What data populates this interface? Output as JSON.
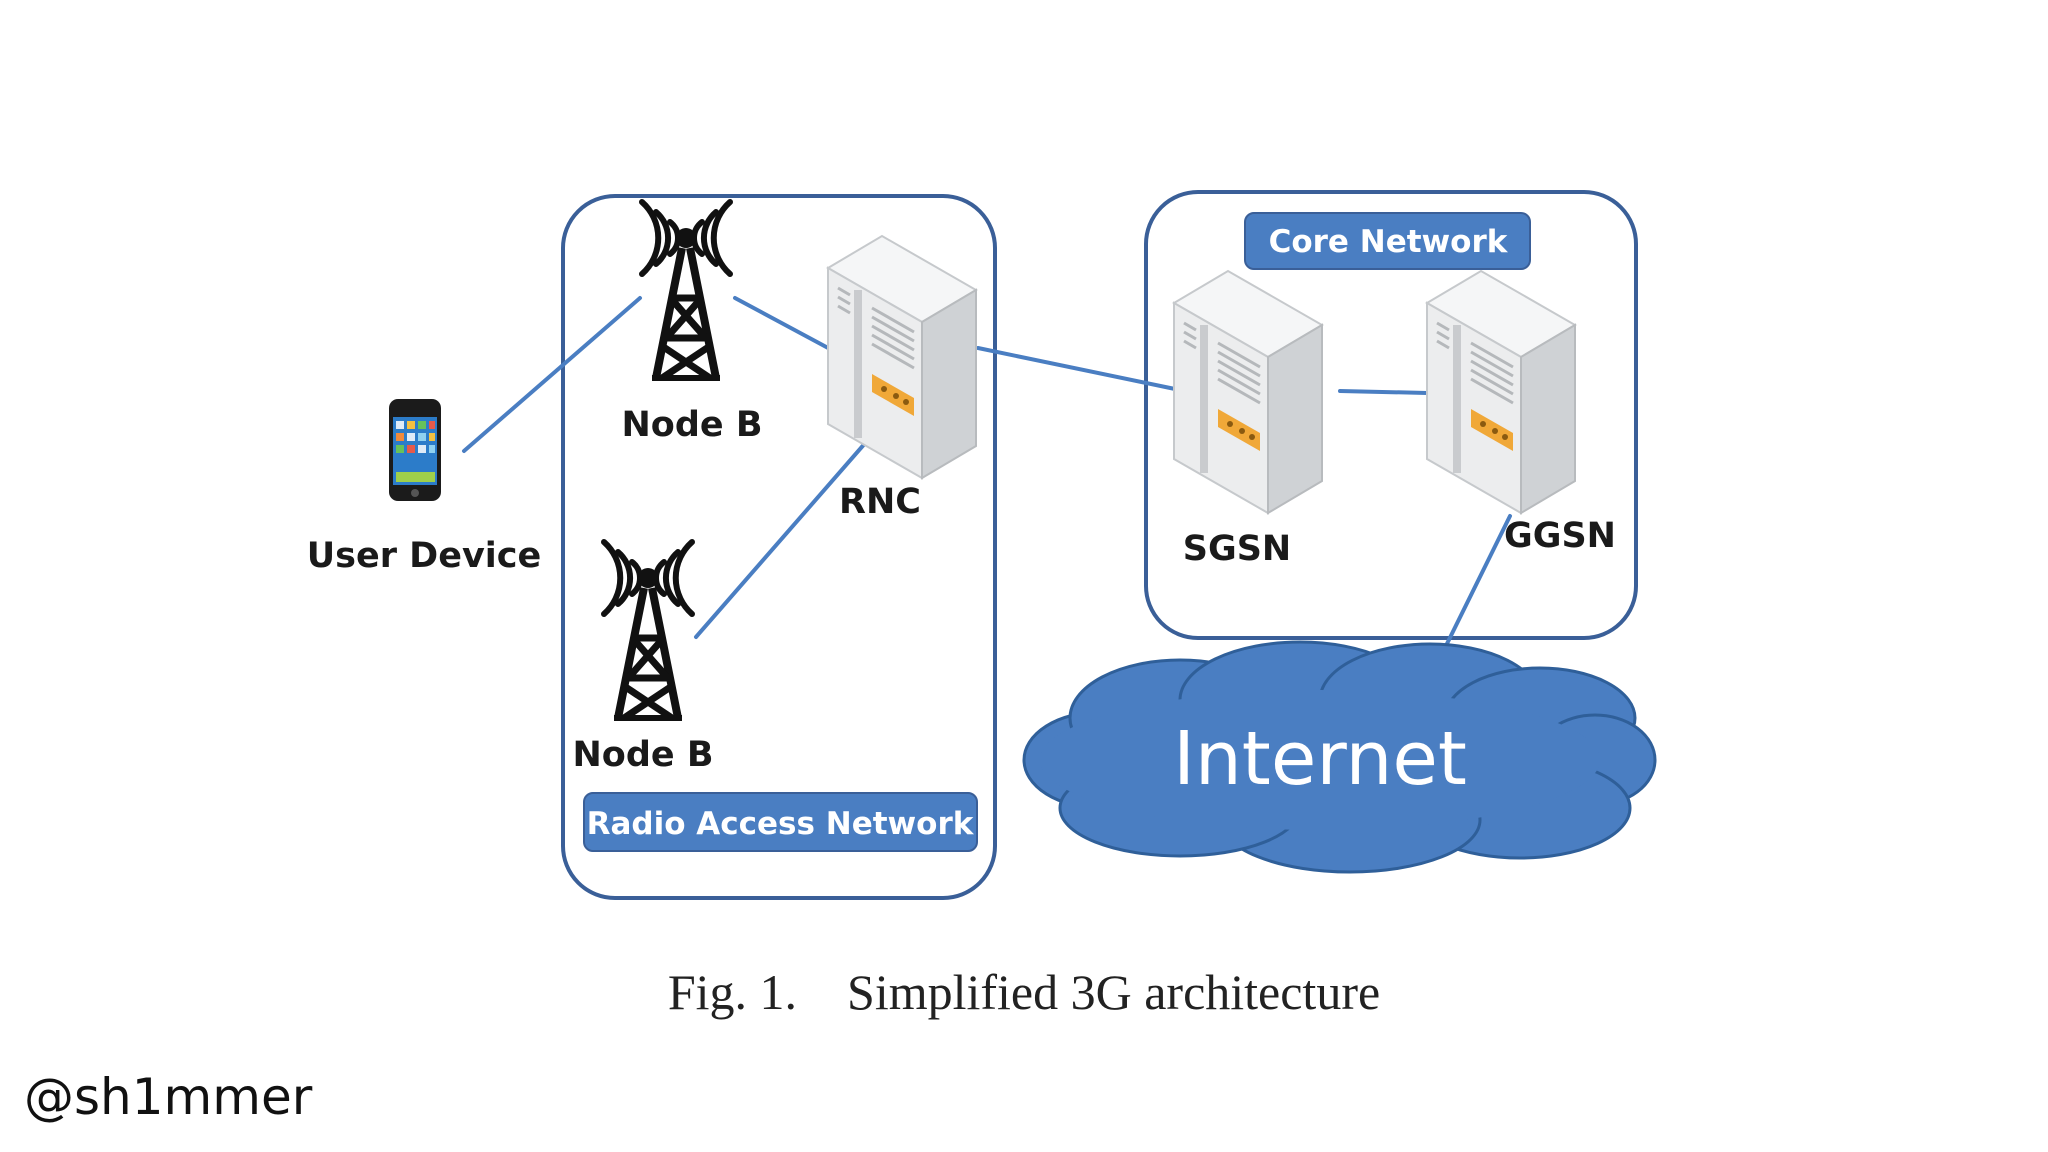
{
  "diagram": {
    "groups": {
      "ran": {
        "badge": "Radio Access Network"
      },
      "core": {
        "badge": "Core Network"
      }
    },
    "nodes": {
      "user_device": "User Device",
      "node_b_top": "Node B",
      "node_b_bottom": "Node B",
      "rnc": "RNC",
      "sgsn": "SGSN",
      "ggsn": "GGSN",
      "internet": "Internet"
    },
    "edges": [
      [
        "User Device",
        "Node B"
      ],
      [
        "Node B",
        "RNC"
      ],
      [
        "Node B",
        "RNC"
      ],
      [
        "RNC",
        "SGSN"
      ],
      [
        "SGSN",
        "GGSN"
      ],
      [
        "GGSN",
        "Internet"
      ]
    ]
  },
  "caption": "Fig. 1.    Simplified 3G architecture",
  "watermark": "@sh1mmer",
  "colors": {
    "accent": "#4a7ec2",
    "group_border": "#3a5f98",
    "link": "#4a7ec2",
    "server_body": "#ecedee",
    "server_accent": "#f0a838"
  },
  "icons": [
    "smartphone-icon",
    "cell-tower-icon",
    "server-icon",
    "cloud-icon"
  ]
}
